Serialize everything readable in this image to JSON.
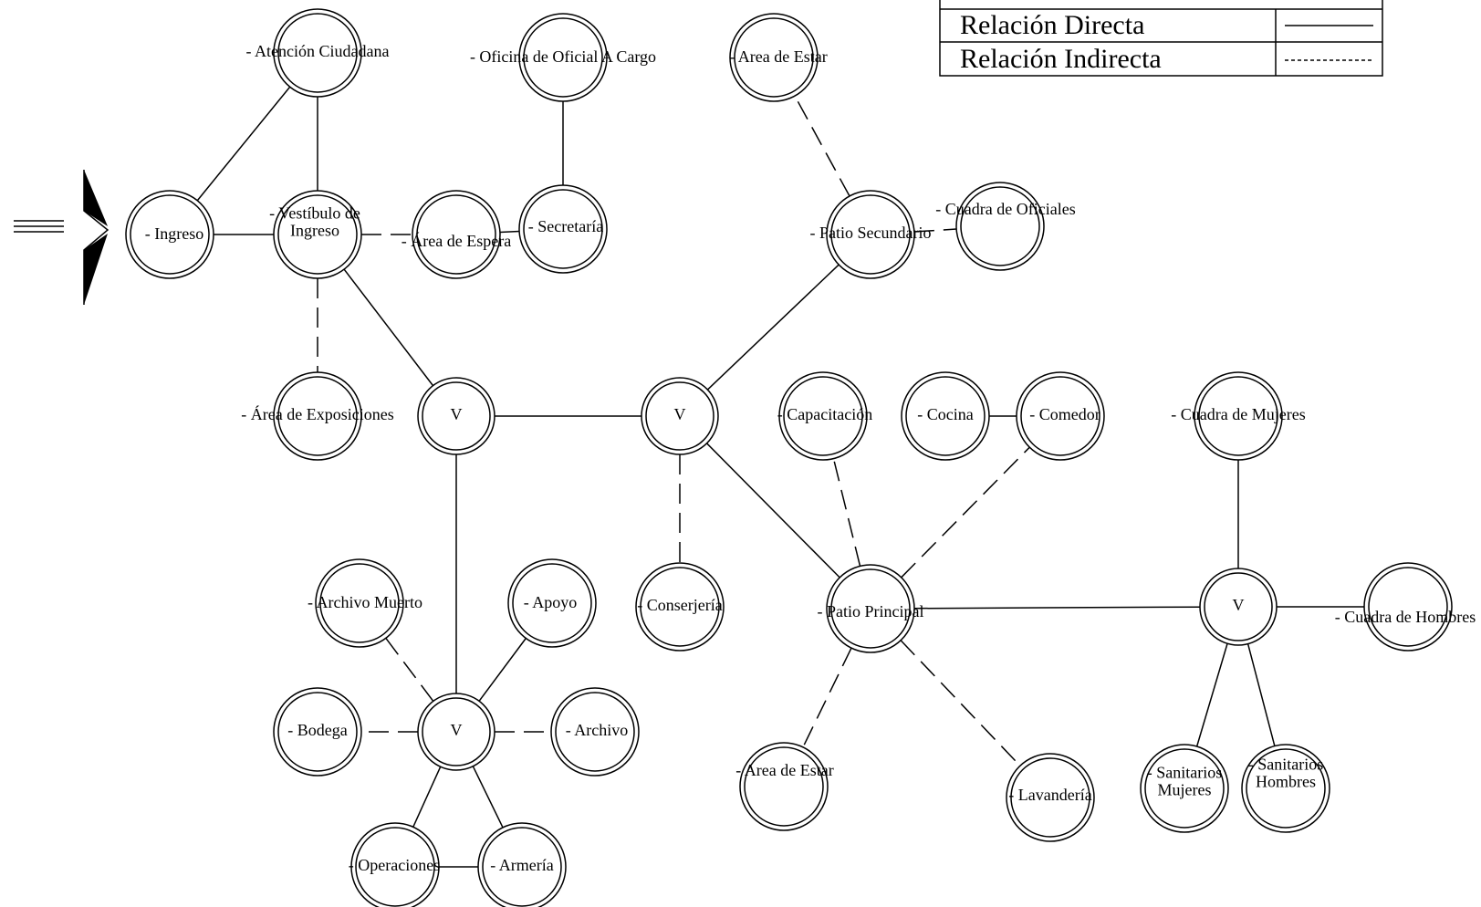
{
  "legend": {
    "rows": [
      {
        "label": "Relación Directa",
        "style": "solid"
      },
      {
        "label": "Relación Indirecta",
        "style": "dashed"
      }
    ]
  },
  "entrance": {
    "icon": "entrance-arrow-icon"
  },
  "nodes": [
    {
      "id": "atencion",
      "lines": [
        "- Atención Ciudadana"
      ]
    },
    {
      "id": "oficina",
      "lines": [
        "- Oficina de Oficial A Cargo"
      ]
    },
    {
      "id": "estar1",
      "lines": [
        "- Area de Estar"
      ]
    },
    {
      "id": "ingreso",
      "lines": [
        "- Ingreso"
      ]
    },
    {
      "id": "vestibulo",
      "lines": [
        "- Vestíbulo de",
        "Ingreso"
      ]
    },
    {
      "id": "espera",
      "lines": [
        "- Área de Espera"
      ]
    },
    {
      "id": "secretaria",
      "lines": [
        "- Secretaría"
      ]
    },
    {
      "id": "patio2",
      "lines": [
        "- Patio Secundario"
      ]
    },
    {
      "id": "cuadraof",
      "lines": [
        "- Cuadra de Oficiales"
      ]
    },
    {
      "id": "exposiciones",
      "lines": [
        "- Área de Exposiciones"
      ]
    },
    {
      "id": "v1",
      "lines": [
        "V"
      ]
    },
    {
      "id": "v2",
      "lines": [
        "V"
      ]
    },
    {
      "id": "capacitacion",
      "lines": [
        "- Capacitación"
      ]
    },
    {
      "id": "cocina",
      "lines": [
        "- Cocina"
      ]
    },
    {
      "id": "comedor",
      "lines": [
        "- Comedor"
      ]
    },
    {
      "id": "cuadramuj",
      "lines": [
        "- Cuadra de Mujeres"
      ]
    },
    {
      "id": "archmuerto",
      "lines": [
        "- Archivo Muerto"
      ]
    },
    {
      "id": "apoyo",
      "lines": [
        "- Apoyo"
      ]
    },
    {
      "id": "conserjeria",
      "lines": [
        "- Conserjería"
      ]
    },
    {
      "id": "patio1",
      "lines": [
        "- Patio Principal"
      ]
    },
    {
      "id": "v4",
      "lines": [
        "V"
      ]
    },
    {
      "id": "cuadrahom",
      "lines": [
        "- Cuadra de Hombres"
      ]
    },
    {
      "id": "bodega",
      "lines": [
        "- Bodega"
      ]
    },
    {
      "id": "v3",
      "lines": [
        "V"
      ]
    },
    {
      "id": "archivo",
      "lines": [
        "- Archivo"
      ]
    },
    {
      "id": "estar2",
      "lines": [
        "- Area de Estar"
      ]
    },
    {
      "id": "lavanderia",
      "lines": [
        "- Lavandería"
      ]
    },
    {
      "id": "sanmuj",
      "lines": [
        "- Sanitarios",
        "Mujeres"
      ]
    },
    {
      "id": "sanhom",
      "lines": [
        "- Sanitarios",
        "Hombres"
      ]
    },
    {
      "id": "operaciones",
      "lines": [
        "- Operaciones"
      ]
    },
    {
      "id": "armeria",
      "lines": [
        "- Armería"
      ]
    }
  ],
  "edges": [
    {
      "from": "ingreso",
      "to": "atencion",
      "type": "direct"
    },
    {
      "from": "ingreso",
      "to": "vestibulo",
      "type": "direct"
    },
    {
      "from": "atencion",
      "to": "vestibulo",
      "type": "direct"
    },
    {
      "from": "vestibulo",
      "to": "espera",
      "type": "indirect"
    },
    {
      "from": "espera",
      "to": "secretaria",
      "type": "direct"
    },
    {
      "from": "secretaria",
      "to": "oficina",
      "type": "direct"
    },
    {
      "from": "vestibulo",
      "to": "exposiciones",
      "type": "indirect"
    },
    {
      "from": "vestibulo",
      "to": "v1",
      "type": "direct"
    },
    {
      "from": "v1",
      "to": "v2",
      "type": "direct"
    },
    {
      "from": "v1",
      "to": "v3",
      "type": "direct"
    },
    {
      "from": "v2",
      "to": "patio2",
      "type": "direct"
    },
    {
      "from": "v2",
      "to": "conserjeria",
      "type": "indirect"
    },
    {
      "from": "v2",
      "to": "patio1",
      "type": "direct"
    },
    {
      "from": "patio2",
      "to": "estar1",
      "type": "indirect"
    },
    {
      "from": "patio2",
      "to": "cuadraof",
      "type": "indirect"
    },
    {
      "from": "patio1",
      "to": "capacitacion",
      "type": "indirect"
    },
    {
      "from": "patio1",
      "to": "comedor",
      "type": "indirect"
    },
    {
      "from": "cocina",
      "to": "comedor",
      "type": "direct"
    },
    {
      "from": "patio1",
      "to": "v4",
      "type": "direct"
    },
    {
      "from": "patio1",
      "to": "estar2",
      "type": "indirect"
    },
    {
      "from": "patio1",
      "to": "lavanderia",
      "type": "indirect"
    },
    {
      "from": "v4",
      "to": "cuadramuj",
      "type": "direct"
    },
    {
      "from": "v4",
      "to": "cuadrahom",
      "type": "direct"
    },
    {
      "from": "v4",
      "to": "sanmuj",
      "type": "direct"
    },
    {
      "from": "v4",
      "to": "sanhom",
      "type": "direct"
    },
    {
      "from": "v3",
      "to": "archmuerto",
      "type": "indirect"
    },
    {
      "from": "v3",
      "to": "apoyo",
      "type": "direct"
    },
    {
      "from": "v3",
      "to": "bodega",
      "type": "indirect"
    },
    {
      "from": "v3",
      "to": "archivo",
      "type": "indirect"
    },
    {
      "from": "v3",
      "to": "operaciones",
      "type": "direct"
    },
    {
      "from": "v3",
      "to": "armeria",
      "type": "direct"
    },
    {
      "from": "operaciones",
      "to": "armeria",
      "type": "direct"
    }
  ]
}
